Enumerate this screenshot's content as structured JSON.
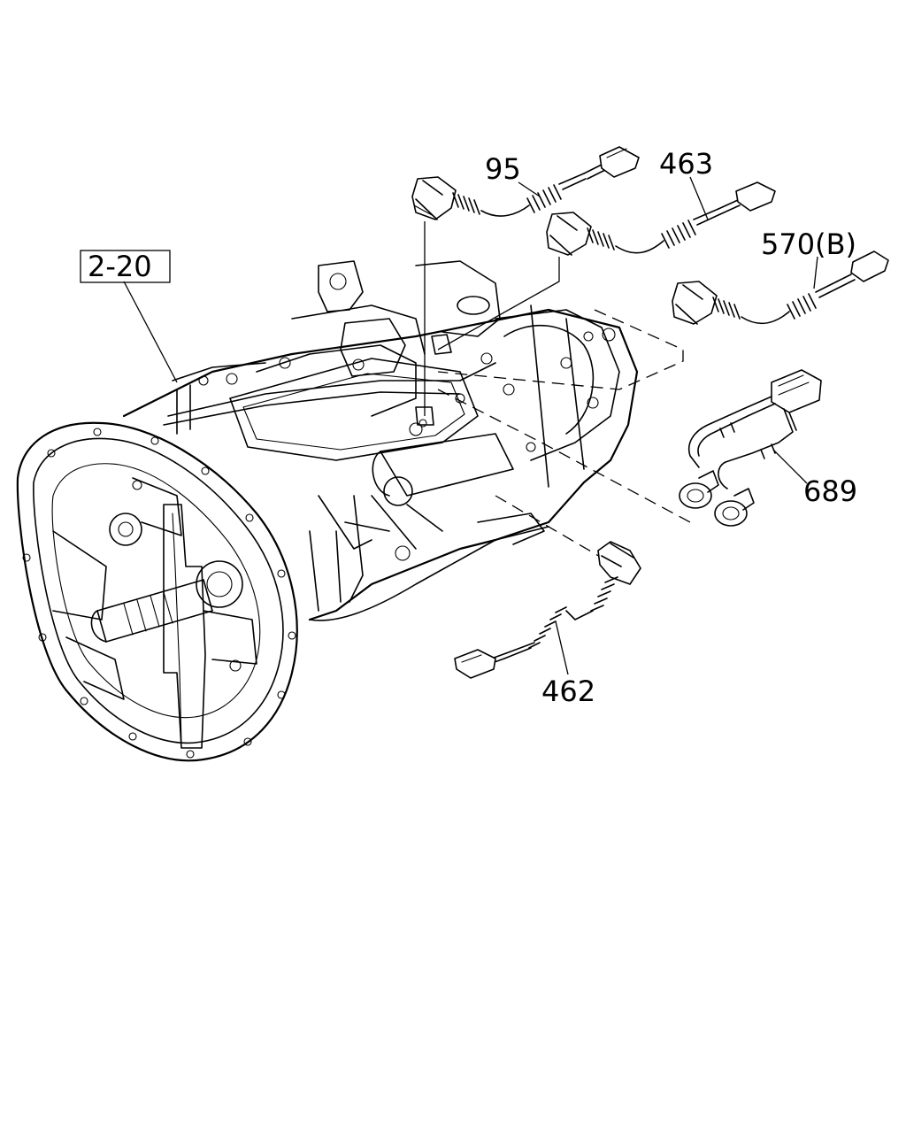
{
  "callouts": {
    "ref_box": "2-20",
    "part_95": "95",
    "part_463": "463",
    "part_570": "570(B)",
    "part_689": "689",
    "part_462": "462"
  }
}
